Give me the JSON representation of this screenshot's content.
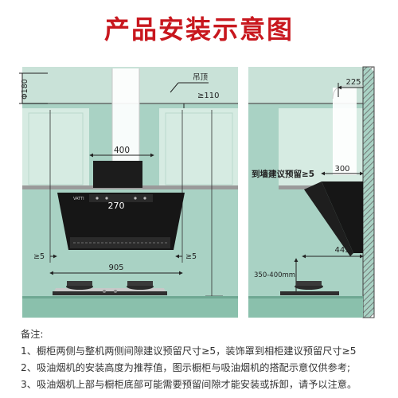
{
  "title": "产品安装示意图",
  "front": {
    "ceiling_label": "吊顶",
    "duct_dia": "Φ180",
    "ceiling_gap": "≥110",
    "width_top": "400",
    "panel_value": "270",
    "brand": "VATTI",
    "side_gap_left": "≥5",
    "side_gap_right": "≥5",
    "width_bottom": "905"
  },
  "side": {
    "wall_offset": "225",
    "wall_gap_label": "到墙建议预留≥5",
    "hood_top_width": "300",
    "hood_depth": "445",
    "height_label": "350-400mm"
  },
  "notes": {
    "heading": "备注:",
    "items": [
      "1、橱柜两侧与整机两侧间隙建议预留尺寸≥5，装饰罩到相柜建议预留尺寸≥5",
      "2、吸油烟机的安装高度为推荐值，图示橱柜与吸油烟机的搭配示意仅供参考;",
      "3、吸油烟机上部与橱柜底部可能需要预留间隙才能安装或拆卸，请予以注意。"
    ]
  },
  "colors": {
    "title": "#c8171e",
    "wall": "#a9d2c4",
    "cabinet": "#cde6dc",
    "counter": "#8ac0ac",
    "hood": "#161616",
    "wall_hatch": "#555555"
  }
}
